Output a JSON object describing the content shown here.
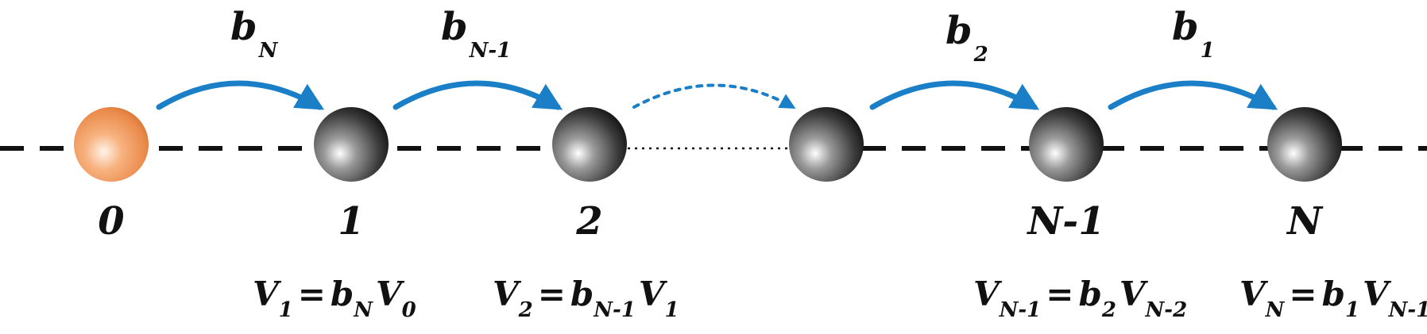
{
  "colors": {
    "arrow": "#1a7fc6",
    "axis": "#111111",
    "origin_site": "#f39a5c",
    "site": "#5a5a5a"
  },
  "hops": [
    {
      "main": "b",
      "sub": "N"
    },
    {
      "main": "b",
      "sub": "N-1"
    },
    {
      "main": "b",
      "sub": "2"
    },
    {
      "main": "b",
      "sub": "1"
    }
  ],
  "sites": [
    {
      "label": "0"
    },
    {
      "label": "1"
    },
    {
      "label": "2"
    },
    {
      "label": ""
    },
    {
      "label": "N-1"
    },
    {
      "label": "N"
    }
  ],
  "equations": [
    {
      "lhs": "V",
      "lhs_sub": "1",
      "op": "=",
      "coef": "b",
      "coef_sub": "N",
      "rhs": "V",
      "rhs_sub": "0"
    },
    {
      "lhs": "V",
      "lhs_sub": "2",
      "op": "=",
      "coef": "b",
      "coef_sub": "N-1",
      "rhs": "V",
      "rhs_sub": "1"
    },
    {
      "lhs": "V",
      "lhs_sub": "N-1",
      "op": "=",
      "coef": "b",
      "coef_sub": "2",
      "rhs": "V",
      "rhs_sub": "N-2"
    },
    {
      "lhs": "V",
      "lhs_sub": "N",
      "op": "=",
      "coef": "b",
      "coef_sub": "1",
      "rhs": "V",
      "rhs_sub": "N-1"
    }
  ]
}
